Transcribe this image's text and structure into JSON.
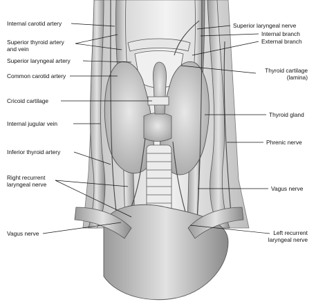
{
  "labels_left": {
    "internal_carotid": "Internal carotid artery",
    "superior_thyroid": "Superior thyroid artery\nand vein",
    "superior_laryngeal_artery": "Superior laryngeal artery",
    "common_carotid": "Common carotid artery",
    "cricoid": "Cricoid cartilage",
    "internal_jugular": "Internal jugular vein",
    "inferior_thyroid": "Inferior thyroid artery",
    "right_recurrent": "Right recurrent\nlaryngeal nerve",
    "vagus_left": "Vagus nerve"
  },
  "labels_right": {
    "superior_laryngeal_nerve": "Superior laryngeal nerve",
    "internal_branch": "Internal branch",
    "external_branch": "External branch",
    "thyroid_cartilage": "Thyroid cartilage\n(lamina)",
    "thyroid_gland": "Thyroid gland",
    "phrenic": "Phrenic nerve",
    "vagus_right": "Vagus nerve",
    "left_recurrent": "Left recurrent\nlaryngeal nerve"
  }
}
